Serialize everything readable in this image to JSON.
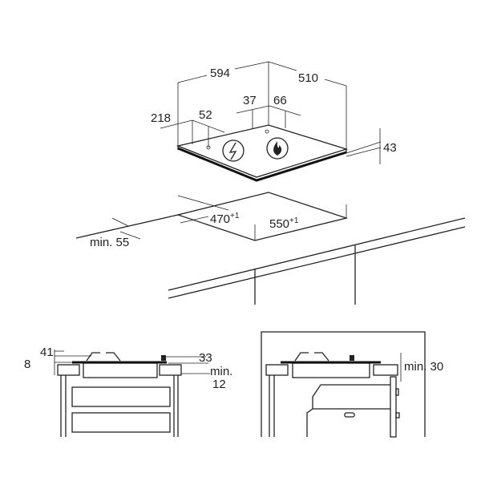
{
  "title": "Hob installation dimensions",
  "top_view": {
    "width": "594",
    "depth": "510",
    "height": "43",
    "offset_left": "218",
    "offset_left_control": "52",
    "offset_center_left": "37",
    "offset_center_right": "66",
    "cutout_depth": "470",
    "cutout_depth_tol": "+1",
    "cutout_width": "550",
    "cutout_width_tol": "+1",
    "min_edge_distance": "min. 55"
  },
  "side_view_left": {
    "burner_height": "41",
    "thickness": "8",
    "knob_height": "33",
    "min_label": "min.",
    "min_value": "12"
  },
  "side_view_right": {
    "min_clearance": "min. 30"
  },
  "icons": [
    "electric-icon",
    "gas-flame-icon"
  ]
}
